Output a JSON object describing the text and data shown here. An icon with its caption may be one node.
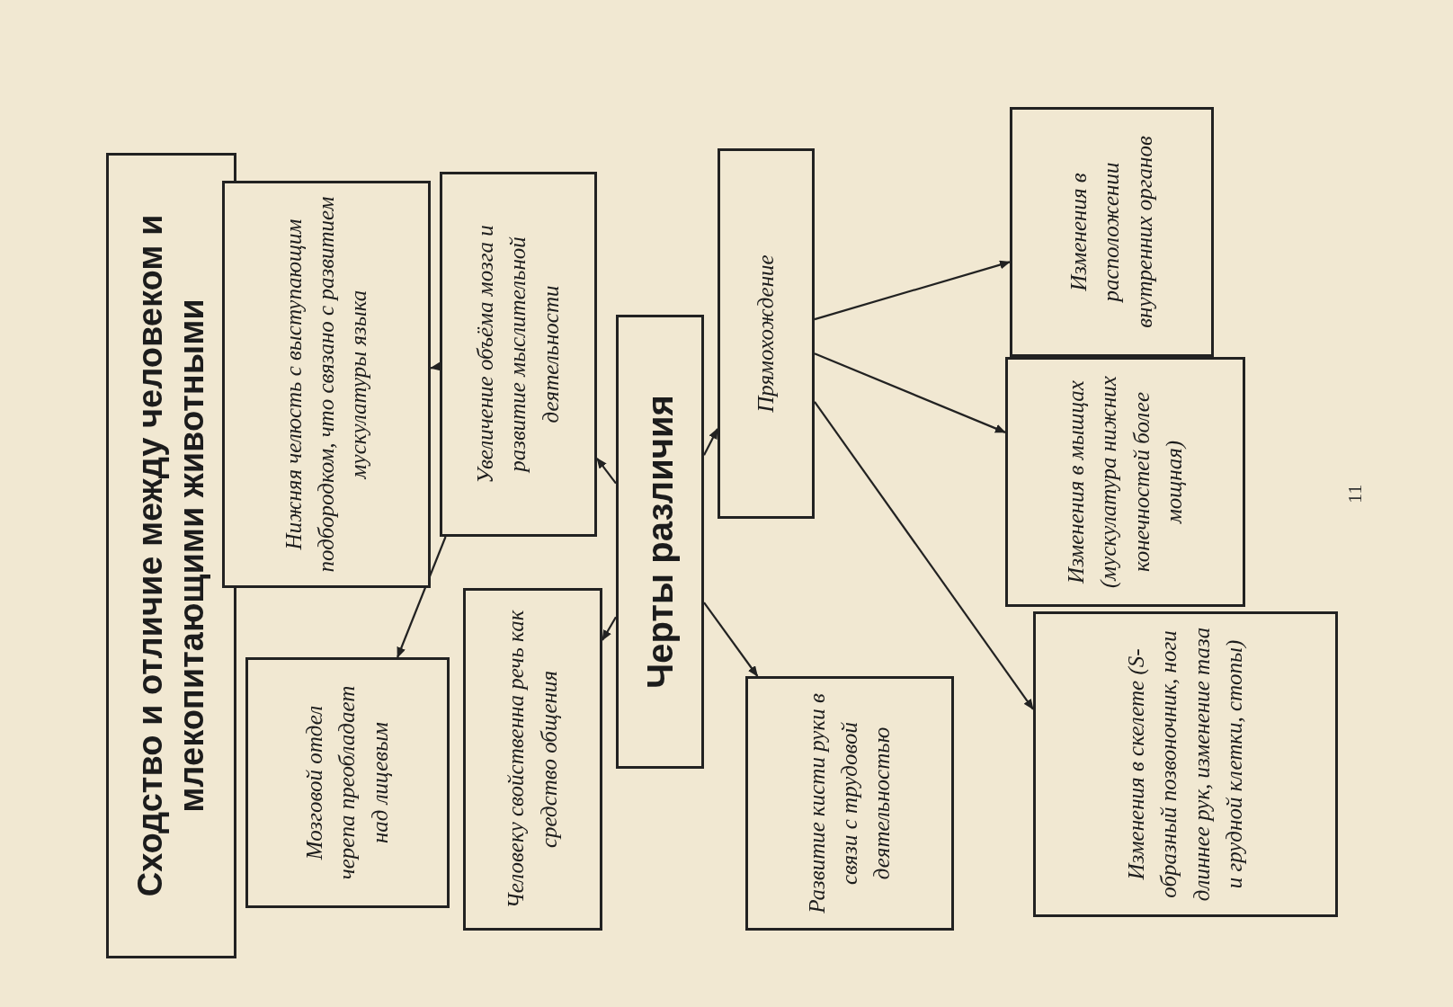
{
  "diagram": {
    "title": "Сходство и отличие между человеком и млекопитающими животными",
    "nodes": [
      {
        "text": [
          "Нижняя челюсть с выступающим подбородком, что связано с развитием мускулатуры языка"
        ]
      },
      {
        "text": [
          "Мозговой отдел черепа преобладает над лицевым"
        ]
      },
      {
        "text": [
          "Увеличение объёма мозга и развитие мыслительной деятельности"
        ]
      },
      {
        "text": [
          "Человеку свойственна речь как средство общения"
        ]
      },
      {
        "text": [
          "Черты различия"
        ]
      },
      {
        "text": [
          "Прямохождение"
        ]
      },
      {
        "text": [
          "Развитие кисти руки в связи с трудовой деятельностью"
        ]
      },
      {
        "text": [
          "Изменения в расположении внутренних органов"
        ]
      },
      {
        "text": [
          "Изменения в мышцах (мускулатура нижних конечностей более мощная)"
        ]
      },
      {
        "text": [
          "Изменения в скелете (S-образный позвоночник, ноги длиннее рук, изменение таза и грудной клетки, стопы)"
        ]
      }
    ],
    "edges": [
      {
        "from": 4,
        "to": 2,
        "arrow": "to"
      },
      {
        "from": 4,
        "to": 3,
        "arrow": "to"
      },
      {
        "from": 4,
        "to": 5,
        "arrow": "to"
      },
      {
        "from": 4,
        "to": 6,
        "arrow": "to"
      },
      {
        "from": 2,
        "to": 0,
        "arrow": "to"
      },
      {
        "from": 2,
        "to": 1,
        "arrow": "to"
      },
      {
        "from": 5,
        "to": 7,
        "arrow": "to"
      },
      {
        "from": 5,
        "to": 8,
        "arrow": "to"
      },
      {
        "from": 5,
        "to": 9,
        "arrow": "to"
      }
    ],
    "labels": [
      "11"
    ]
  }
}
